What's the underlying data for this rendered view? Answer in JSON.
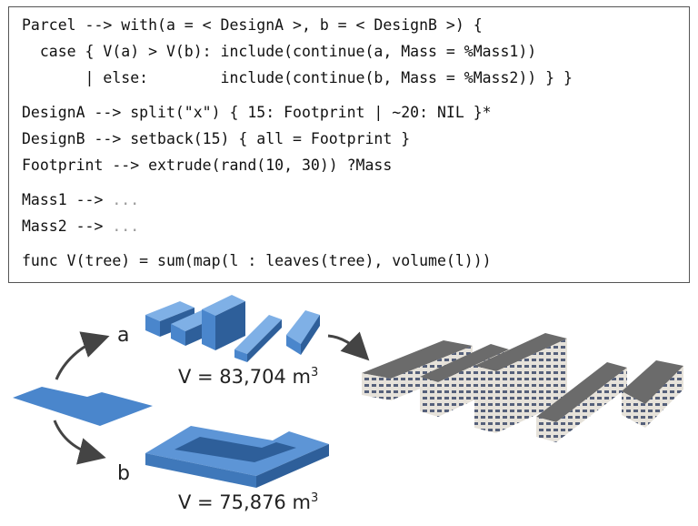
{
  "code": {
    "lines": [
      "Parcel --> with(a = < DesignA >, b = < DesignB >) {",
      "  case { V(a) > V(b): include(continue(a, Mass = %Mass1))",
      "       | else:        include(continue(b, Mass = %Mass2)) } }",
      "DesignA --> split(\"x\") { 15: Footprint | ~20: NIL }*",
      "DesignB --> setback(15) { all = Footprint }",
      "Footprint --> extrude(rand(10, 30)) ?Mass",
      "Mass1 --> ",
      "Mass2 --> ",
      "func V(tree) = sum(map(l : leaves(tree), volume(l)))"
    ],
    "ellipsis": "..."
  },
  "diagram": {
    "branch_a": "a",
    "branch_b": "b",
    "volume_a": "V = 83,704 m",
    "volume_b": "V = 75,876 m",
    "volume_unit_exp": "3",
    "colors": {
      "mass_blue": "#4a86cc",
      "mass_dark": "#2e5f9a",
      "arrow": "#444444",
      "facade": "#e6e2da",
      "roof": "#6b6b6b"
    }
  }
}
